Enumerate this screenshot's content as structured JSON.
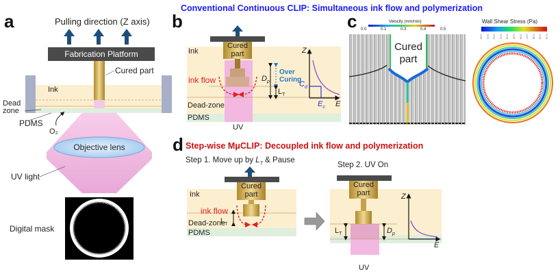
{
  "panels": {
    "a": {
      "label": "a",
      "pulling_direction": "Pulling direction (Z axis)",
      "platform": "Fabrication Platform",
      "cured_part": "Cured part",
      "ink": "Ink",
      "dead_zone": "Dead\nzone",
      "dead_zone_line1": "Dead",
      "dead_zone_line2": "zone",
      "pdms": "PDMS",
      "o2": "O₂",
      "objective_lens": "Objective lens",
      "uv_light": "UV light",
      "digital_mask": "Digital mask"
    },
    "b": {
      "label": "b",
      "title": "Conventional Continuous CLIP: Simultaneous ink flow and polymerization",
      "title_color": "#1a1aff",
      "ink": "Ink",
      "cured_part_1": "Cured",
      "cured_part_2": "part",
      "ink_flow": "ink flow",
      "dp": "D",
      "dp_sub": "p",
      "lt": "L",
      "lt_sub": "T",
      "over_curing_1": "Over",
      "over_curing_2": "Curing",
      "dead_zone": "Dead-zone",
      "pdms": "PDMS",
      "uv": "UV",
      "graph": {
        "z": "Z",
        "e": "E",
        "cd": "C",
        "cd_sub": "d",
        "ec": "E",
        "ec_sub": "c"
      }
    },
    "c": {
      "label": "c",
      "velocity_title": "Velocity (mm/min)",
      "velocity_ticks": [
        "0.0",
        "0.1",
        "0.3",
        "0.4",
        "0.5"
      ],
      "cured_part_1": "Cured",
      "cured_part_2": "part",
      "shear_title": "Wall Shear Stress (Pa)",
      "shear_ticks": [
        "0.00",
        "0.01",
        "0.02",
        "0.03",
        "0.04",
        "0.05",
        "0.06",
        "0.07",
        "0.08",
        "0.09",
        "0.10"
      ]
    },
    "d": {
      "label": "d",
      "title": "Step-wise MμCLIP: Decoupled ink flow and polymerization",
      "title_color": "#cc1111",
      "step1": "Step 1. Move up by ",
      "step1_var": "L",
      "step1_sub": "T",
      "step1_tail": " & Pause",
      "step2": "Step 2. UV On",
      "ink": "Ink",
      "cured_part_1": "Cured",
      "cured_part_2": "part",
      "ink_flow": "ink flow",
      "lt": "L",
      "lt_sub": "T",
      "dp": "D",
      "dp_sub": "p",
      "dead_zone": "Dead-zone",
      "pdms": "PDMS",
      "uv": "UV",
      "graph": {
        "z": "Z",
        "e": "E"
      }
    }
  },
  "colors": {
    "ink": "#fcefcf",
    "pdms": "#dfeedd",
    "platform": "#4a4a4a",
    "arrow": "#1f4e7a",
    "uv": "#f2b8e0",
    "cured": "#c8a24a",
    "flow_red": "#e02020",
    "over_curing_blue": "#1f78c8",
    "curve_purple": "#8a4fd0"
  }
}
